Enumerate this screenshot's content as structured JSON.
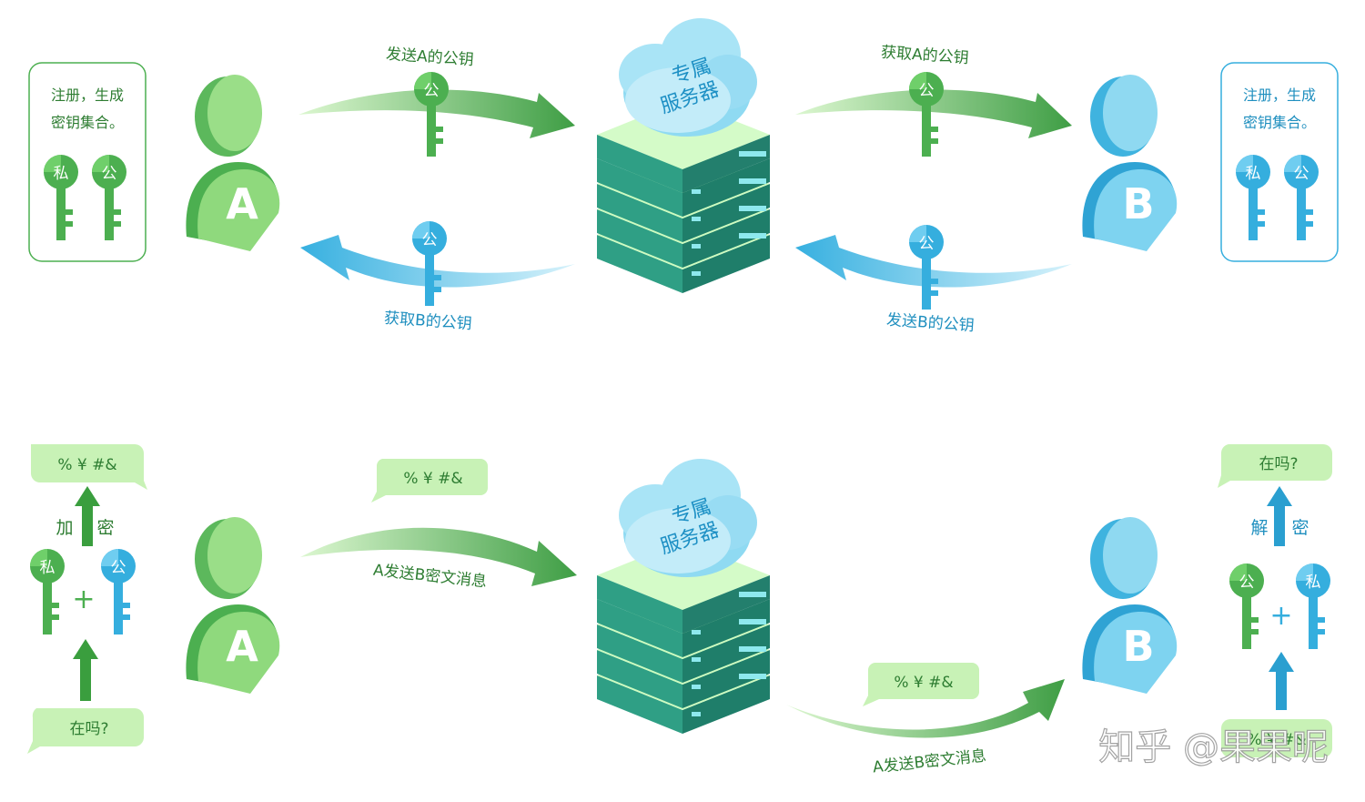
{
  "colors": {
    "green": "#4caf50",
    "green_light": "#9be28c",
    "green_pale": "#d7f7c9",
    "blue": "#35aede",
    "blue_light": "#8fdaf2",
    "blue_pale": "#c9eef9",
    "server_top": "#cdfcc0",
    "server_side": "#2f9f85"
  },
  "top": {
    "user_a": {
      "letter": "A"
    },
    "user_b": {
      "letter": "B"
    },
    "card_a": {
      "text_line1": "注册，生成",
      "text_line2": "密钥集合。",
      "key_private": "私",
      "key_public": "公"
    },
    "card_b": {
      "text_line1": "注册，生成",
      "text_line2": "密钥集合。",
      "key_private": "私",
      "key_public": "公"
    },
    "server": {
      "cloud_line1": "专属",
      "cloud_line2": "服务器"
    },
    "arrow_a_to_server": {
      "label": "发送A的公钥",
      "key": "公"
    },
    "arrow_server_to_a": {
      "label": "获取B的公钥",
      "key": "公"
    },
    "arrow_server_to_b": {
      "label": "获取A的公钥",
      "key": "公"
    },
    "arrow_b_to_server": {
      "label": "发送B的公钥",
      "key": "公"
    }
  },
  "bottom": {
    "user_a": {
      "letter": "A"
    },
    "user_b": {
      "letter": "B"
    },
    "server": {
      "cloud_line1": "专属",
      "cloud_line2": "服务器"
    },
    "encrypt": {
      "label_left": "加",
      "label_right": "密",
      "cipher": "% ¥ #&",
      "plain": "在吗?",
      "key_private": "私",
      "key_public": "公",
      "plus": "+"
    },
    "decrypt": {
      "label_left": "解",
      "label_right": "密",
      "plain": "在吗?",
      "cipher": "% ¥ #&",
      "key_public": "公",
      "key_private": "私",
      "plus": "+"
    },
    "arrow_a_to_server": {
      "label": "A发送B密文消息",
      "bubble": "% ¥ #&"
    },
    "arrow_server_to_b": {
      "label": "A发送B密文消息",
      "bubble": "% ¥ #&"
    }
  },
  "watermark": "知乎 @果果呢"
}
